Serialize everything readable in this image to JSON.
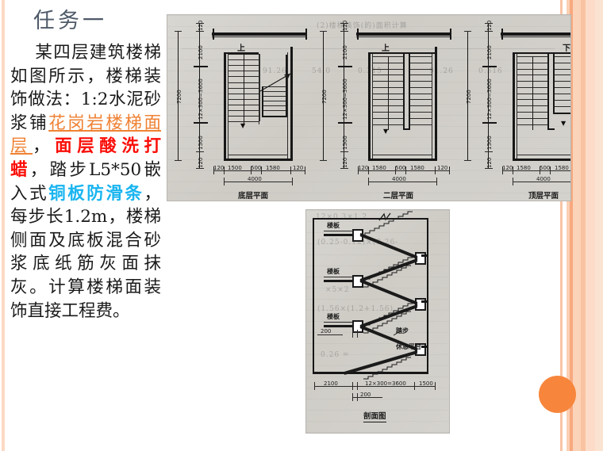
{
  "slide": {
    "title": "任务一",
    "accent_orange": "#f7863c",
    "edge_stripe_color": "#f7a97f",
    "title_color": "#4e5a68"
  },
  "body": {
    "segments": [
      {
        "text": "某四层建筑楼梯如图所示，楼梯装饰做法：1:2水泥砂浆铺",
        "style": "normal"
      },
      {
        "text": "花岗岩楼梯面层",
        "style": "orange-underline"
      },
      {
        "text": "，",
        "style": "normal"
      },
      {
        "text": "面层酸洗打蜡",
        "style": "red-bold"
      },
      {
        "text": "，踏步L5*50嵌入式",
        "style": "normal"
      },
      {
        "text": "铜板防滑条",
        "style": "blue-bold"
      },
      {
        "text": "，每步长1.2m，楼梯侧面及底板混合砂浆底纸筋灰面抹灰。计算楼梯面装饰直接工程费。",
        "style": "normal"
      }
    ],
    "colors": {
      "orange": "#ef8133",
      "red": "#fa0d07",
      "blue": "#19b5f0"
    }
  },
  "figure_plans": {
    "caption_ground": "底层平面",
    "caption_second": "二层平面",
    "caption_top": "顶层平面",
    "vertical_dims": [
      "120",
      "2100",
      "12×300=3600",
      "1500",
      "120"
    ],
    "vertical_total": "7200",
    "horizontal_dims": [
      "120",
      "1500",
      "500",
      "1580",
      "120"
    ],
    "horizontal_dims_alt": [
      "120",
      "1580",
      "500",
      "1580",
      "120"
    ],
    "horizontal_total": "4000",
    "up_marker": "上",
    "down_marker": "下",
    "ghost_text": [
      "(2)楼梯装饰(的)面积计算",
      "120",
      "91.26",
      "54.0",
      "0.315",
      "91.26",
      "0.316"
    ]
  },
  "figure_section": {
    "caption": "剖面图",
    "label_slab": "楼板",
    "label_step": "踏步",
    "label_landing": "休息平台",
    "dim_200": "200",
    "bottom_dims": [
      "2100",
      "12×300=3600",
      "1500"
    ]
  }
}
